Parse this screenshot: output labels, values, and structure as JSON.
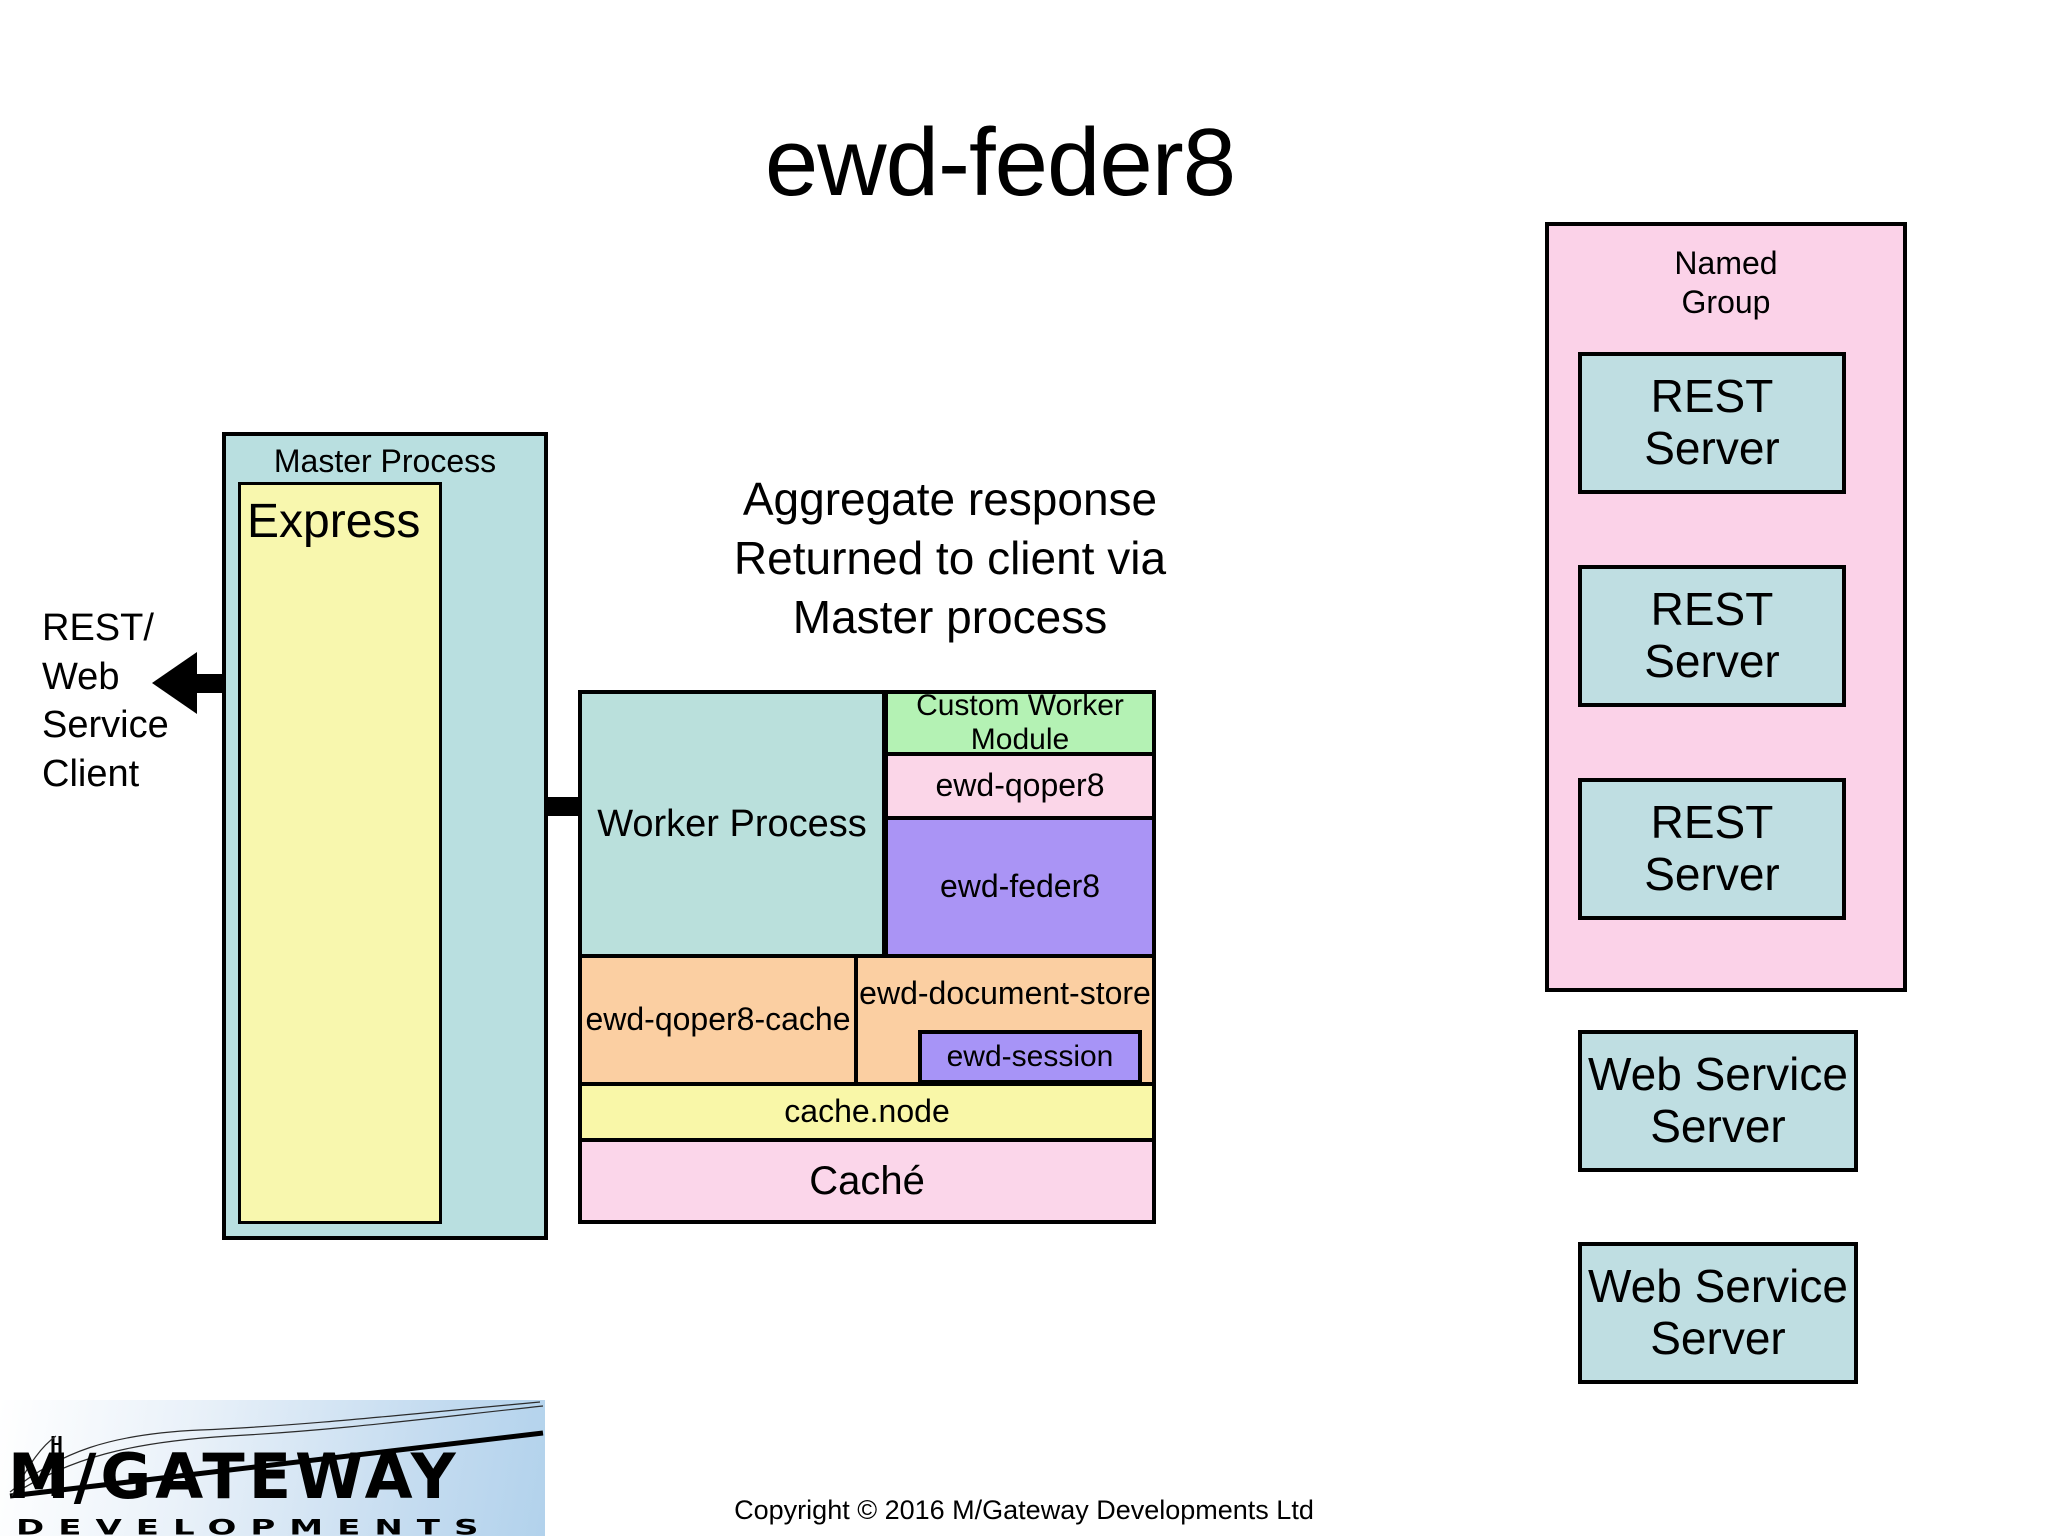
{
  "slide": {
    "title": "ewd-feder8",
    "caption_lines": [
      "Aggregate response",
      "Returned to client via",
      "Master process"
    ],
    "caption": "Aggregate response\nReturned to client via\nMaster process"
  },
  "client": {
    "label_lines": [
      "REST/",
      "Web",
      "Service",
      "Client"
    ],
    "label": "REST/\nWeb\nService\nClient"
  },
  "master_process": {
    "title": "Master Process",
    "inner": {
      "label": "Express"
    }
  },
  "worker_stack": {
    "worker_process": "Worker Process",
    "custom_worker_module": "Custom Worker\nModule",
    "ewd_qoper8": "ewd-qoper8",
    "ewd_feder8": "ewd-feder8",
    "ewd_qoper8_cache": "ewd-qoper8-cache",
    "ewd_document_store": "ewd-document-store",
    "ewd_session": "ewd-session",
    "cache_node": "cache.node",
    "cache": "Caché"
  },
  "named_group": {
    "title": "Named\nGroup",
    "servers": [
      {
        "label": "REST\nServer"
      },
      {
        "label": "REST\nServer"
      },
      {
        "label": "REST\nServer"
      }
    ]
  },
  "external_servers": [
    {
      "label": "Web Service\nServer"
    },
    {
      "label": "Web Service\nServer"
    }
  ],
  "footer": {
    "copyright": "Copyright © 2016 M/Gateway Developments Ltd"
  },
  "logo": {
    "wordmark": "M/GATEWAY",
    "subtitle": "DEVELOPMENTS"
  },
  "colors": {
    "master_process_fill": "#b9dfe0",
    "express_fill": "#f8f7ae",
    "worker_process_fill": "#bae0dc",
    "custom_worker_module_fill": "#b4f2b4",
    "ewd_qoper8_fill": "#fbd6e8",
    "ewd_feder8_fill": "#aa94f5",
    "document_store_fill": "#fbcfa2",
    "ewd_session_fill": "#a794f7",
    "cache_node_fill": "#f9f7a8",
    "cache_fill": "#fbd6ea",
    "named_group_fill": "#fbd2e8",
    "server_fill": "#bfdee2",
    "stroke": "#000000",
    "background": "#ffffff"
  }
}
